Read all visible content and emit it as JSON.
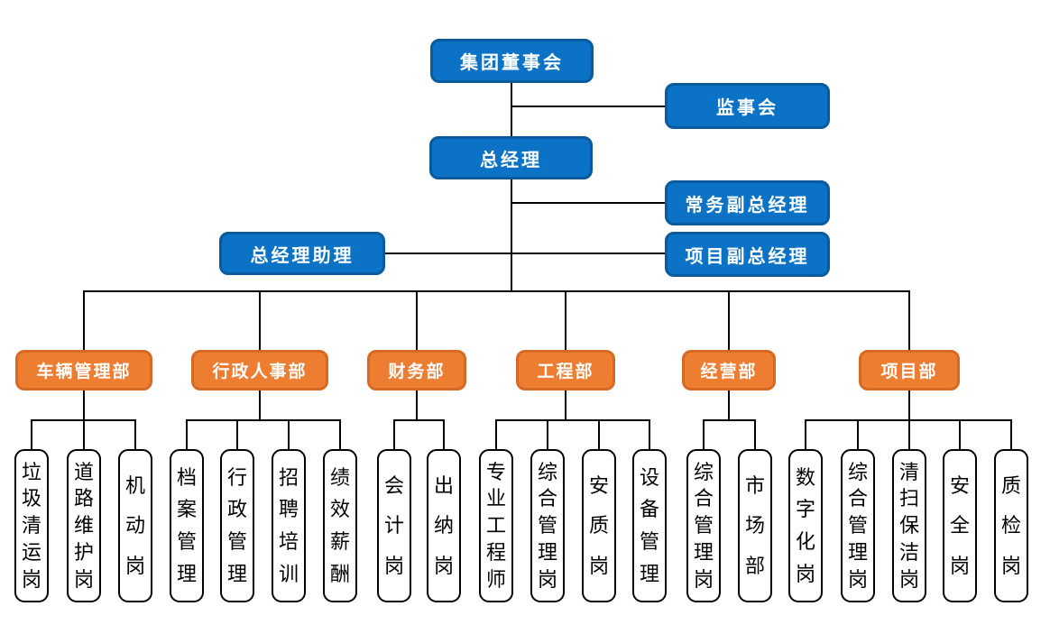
{
  "theme": {
    "blue": "#0C72C6",
    "blue_border": "#0A5A9E",
    "orange": "#ED7D31",
    "orange_border": "#D66A24",
    "line": "#000000",
    "leaf_bg": "#FFFFFF",
    "leaf_border": "#000000",
    "leaf_text": "#000000",
    "text_on_fill": "#FFFFFF"
  },
  "org": {
    "board": "集团董事会",
    "supervisory": "监事会",
    "gm": "总经理",
    "deputy_executive": "常务副总经理",
    "gm_assistant": "总经理助理",
    "deputy_project": "项目副总经理",
    "departments": [
      {
        "name": "车辆管理部",
        "positions": [
          "垃圾清运岗",
          "道路维护岗",
          "机动岗"
        ]
      },
      {
        "name": "行政人事部",
        "positions": [
          "档案管理",
          "行政管理",
          "招聘培训",
          "绩效薪酬"
        ]
      },
      {
        "name": "财务部",
        "positions": [
          "会计岗",
          "出纳岗"
        ]
      },
      {
        "name": "工程部",
        "positions": [
          "专业工程师",
          "综合管理岗",
          "安质岗",
          "设备管理"
        ]
      },
      {
        "name": "经营部",
        "positions": [
          "综合管理岗",
          "市场部"
        ]
      },
      {
        "name": "项目部",
        "positions": [
          "数字化岗",
          "综合管理岗",
          "清扫保洁岗",
          "安全岗",
          "质检岗"
        ]
      }
    ]
  }
}
